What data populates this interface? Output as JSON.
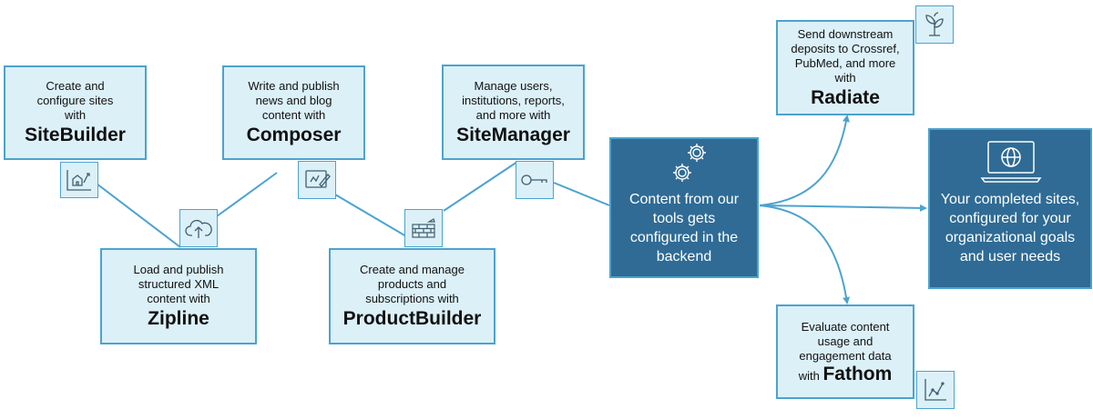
{
  "tools": {
    "sitebuilder": {
      "desc": "Create and configure sites with",
      "name": "SiteBuilder"
    },
    "composer": {
      "desc": "Write and publish news and blog content with",
      "name": "Composer"
    },
    "sitemanager": {
      "desc": "Manage users, institutions, reports, and more with",
      "name": "SiteManager"
    },
    "zipline": {
      "desc": "Load and publish structured XML content with",
      "name": "Zipline"
    },
    "productbuilder": {
      "desc": "Create and manage products and subscriptions with",
      "name": "ProductBuilder"
    },
    "radiate": {
      "desc": "Send downstream deposits to Crossref, PubMed, and more with",
      "name": "Radiate"
    },
    "fathom": {
      "desc": "Evaluate content usage and engagement data",
      "prefix": "with",
      "name": "Fathom"
    }
  },
  "backend": {
    "text": "Content from our tools gets configured in the backend"
  },
  "output": {
    "text": "Your completed sites, configured for your organizational goals and user needs"
  },
  "colors": {
    "box_fill": "#dcf0f8",
    "box_border": "#4ba3cf",
    "dark_fill": "#2f6b95",
    "connector": "#4ba3cf"
  }
}
